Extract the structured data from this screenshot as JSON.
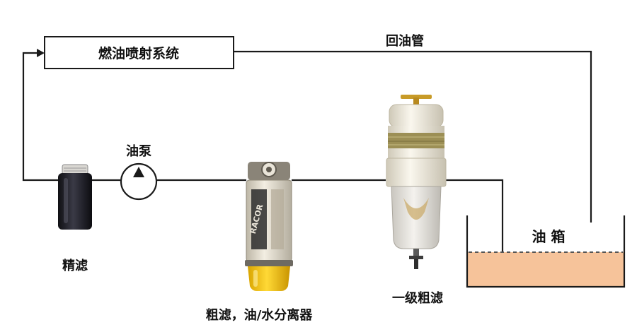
{
  "labels": {
    "injection_system": "燃油喷射系统",
    "return_pipe": "回油管",
    "oil_pump": "油泵",
    "fine_filter": "精滤",
    "coarse_filter_separator": "粗滤，油/水分离器",
    "primary_coarse_filter": "一级粗滤",
    "tank": "油 箱",
    "filter_brand_text": "RACOR"
  },
  "colors": {
    "line": "#1a1a1a",
    "fuel": "#f6c39a",
    "fuel_level_dash": "#555555",
    "fine_filter_body": "#1d1d24",
    "separator_body": "#e6dfcf",
    "separator_bowl": "#f0c000",
    "primary_body": "#f1ecdc",
    "primary_band": "#9c8f55"
  }
}
